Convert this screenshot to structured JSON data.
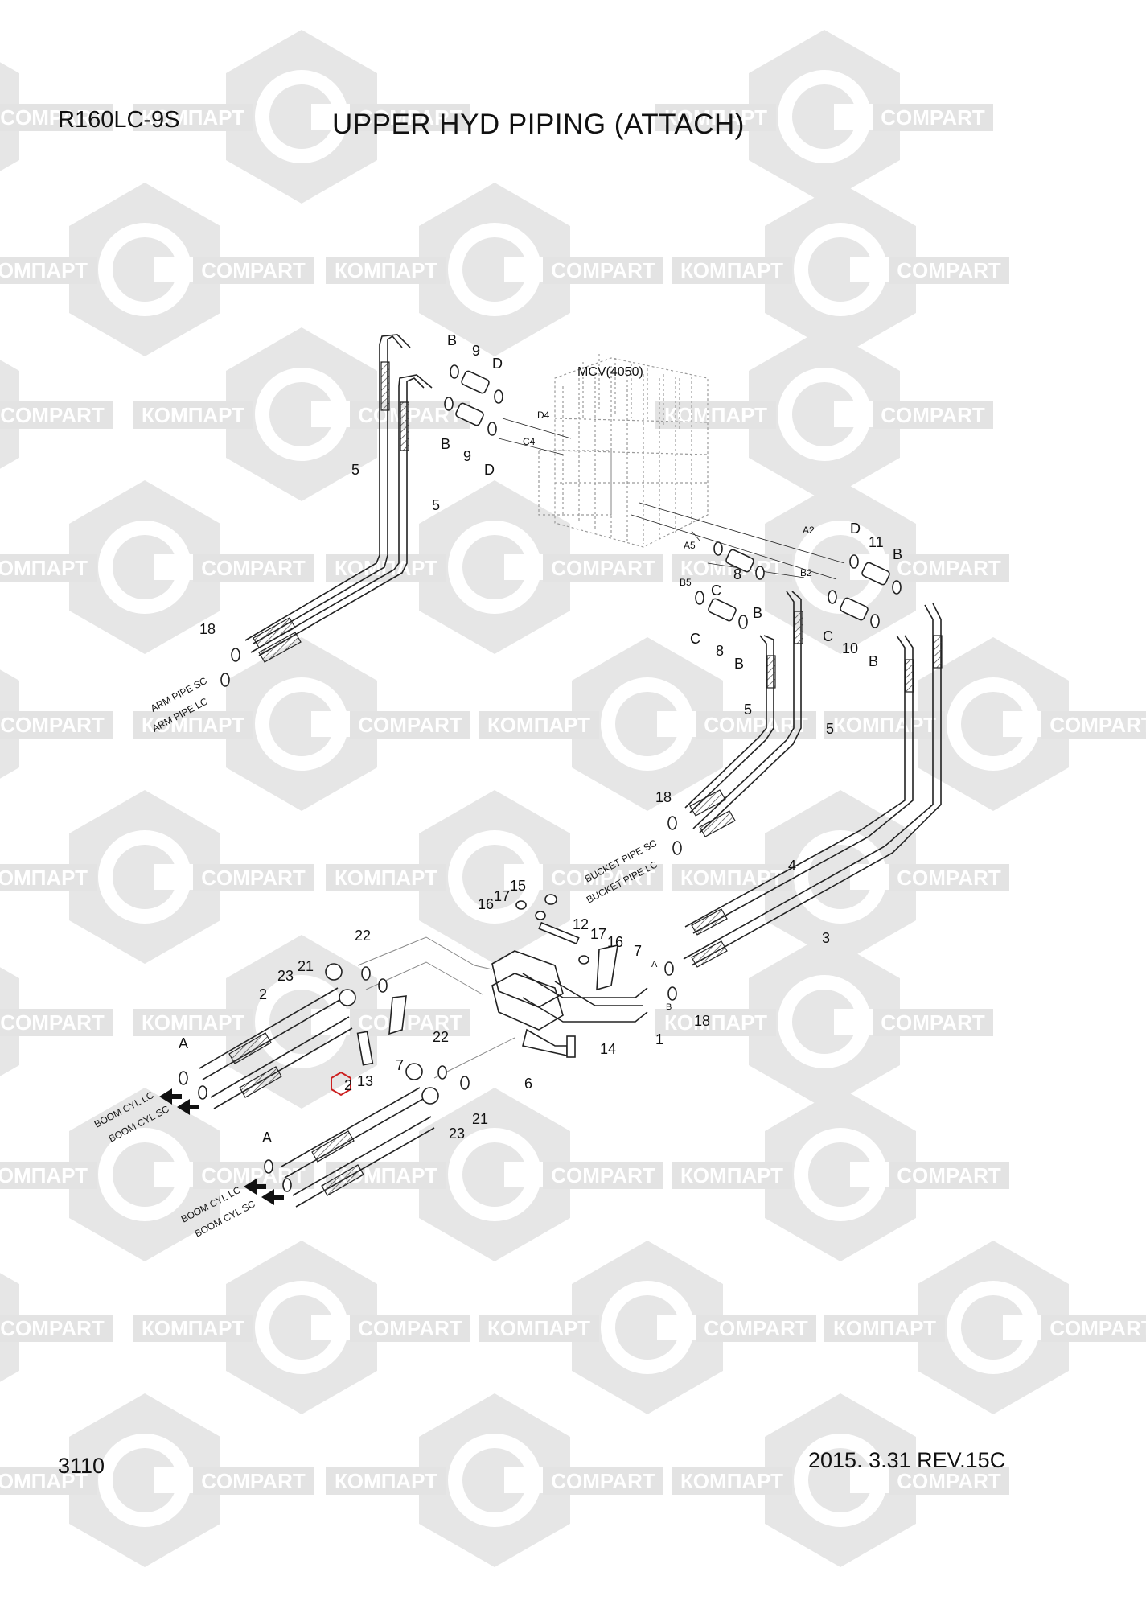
{
  "header": {
    "model": "R160LC-9S",
    "title": "UPPER HYD PIPING (ATTACH)"
  },
  "footer": {
    "page_number": "3110",
    "revision": "2015. 3.31  REV.15C"
  },
  "watermark": {
    "text_cyrillic": "КОМПАРТ",
    "text_latin": "COMPART",
    "color": "#e3e3e3"
  },
  "diagram": {
    "component_label": "MCV(4050)",
    "port_labels": [
      "D4",
      "C4",
      "A5",
      "B5",
      "A2",
      "B2",
      "A",
      "B"
    ],
    "pipe_labels": {
      "arm_sc": "ARM PIPE SC",
      "arm_lc": "ARM PIPE LC",
      "bucket_sc": "BUCKET PIPE SC",
      "bucket_lc": "BUCKET PIPE LC",
      "boom_lc": "BOOM CYL LC",
      "boom_sc": "BOOM CYL SC"
    },
    "callouts": [
      "1",
      "2",
      "3",
      "4",
      "5",
      "6",
      "7",
      "8",
      "9",
      "10",
      "11",
      "12",
      "13",
      "14",
      "15",
      "16",
      "17",
      "18",
      "21",
      "22",
      "23",
      "A",
      "B",
      "C",
      "D"
    ],
    "highlight_color": "#cc2222",
    "line_color": "#222222",
    "mcv_color": "#9a9a9a"
  }
}
